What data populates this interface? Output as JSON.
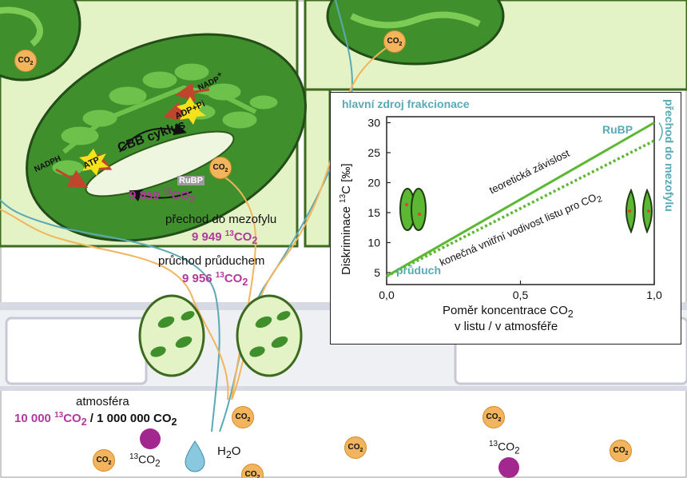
{
  "colors": {
    "cell_wall": "#3c6a1e",
    "cell_fill": "#e6f4c8",
    "chloroplast": "#3f8f2c",
    "thylakoid": "#6cc24a",
    "co2": "#f2b45c",
    "c13": "#a2278e",
    "teal": "#5aa9b4",
    "magenta": "#b2389e",
    "green_line": "#5cb833"
  },
  "molecules": {
    "co2": "CO",
    "co2_sub": "2",
    "h2o": "H",
    "h2o_sub": "2",
    "h2o_tail": "O",
    "c13_sup": "13",
    "c13_text": "CO",
    "c13_sub": "2"
  },
  "chloroplast": {
    "cycle": "CBB cyklus",
    "rubp": "RuBP",
    "nadph": "NADPH",
    "atp": "ATP",
    "nadp": "NADP",
    "nadp_sup": "+",
    "adp": "ADP+Pi"
  },
  "labels": {
    "atmosphere": "atmosféra",
    "atm_c13": "10 000",
    "atm_sup": "13",
    "atm_co2": "CO",
    "atm_sub": "2",
    "atm_total": " / 1 000 000 CO",
    "atm_total_sub": "2",
    "stomatal": "průchod průduchem",
    "stomatal_val": "9 956",
    "stomatal_sup": "13",
    "stomatal_co": "CO",
    "stomatal_sub": "2",
    "mesophyll": "přechod do mezofylu",
    "mesophyll_val": "9 949",
    "mesophyll_sup": "13",
    "mesophyll_co": "CO",
    "mesophyll_sub": "2",
    "chloro_val": "9 850",
    "chloro_sup": "13",
    "chloro_co": "CO",
    "chloro_sub": "2"
  },
  "chart_data": {
    "type": "line",
    "title": "hlavní zdroj frakcionace",
    "xlabel_line1": "Poměr koncentrace CO",
    "xlabel_line1_sub": "2",
    "xlabel_line2": "v listu / v atmosféře",
    "ylabel": "Diskriminace",
    "ylabel_sup": "13",
    "ylabel_tail": "C [‰]",
    "xlim": [
      0,
      1
    ],
    "ylim": [
      3,
      31
    ],
    "xticks": [
      "0,0",
      "0,5",
      "1,0"
    ],
    "yticks": [
      "5",
      "10",
      "15",
      "20",
      "25",
      "30"
    ],
    "series": [
      {
        "name": "teoretická závislost",
        "style": "solid",
        "x": [
          0,
          1
        ],
        "y": [
          4.4,
          30
        ]
      },
      {
        "name": "konečná vnitřní vodivost listu pro CO",
        "name_sub": "2",
        "style": "dotted",
        "x": [
          0,
          1
        ],
        "y": [
          4.4,
          27
        ]
      }
    ],
    "annotations": {
      "rubp": "RuBP",
      "pruduch": "průduch",
      "mezofyl": "přechod do mezofylu"
    }
  }
}
